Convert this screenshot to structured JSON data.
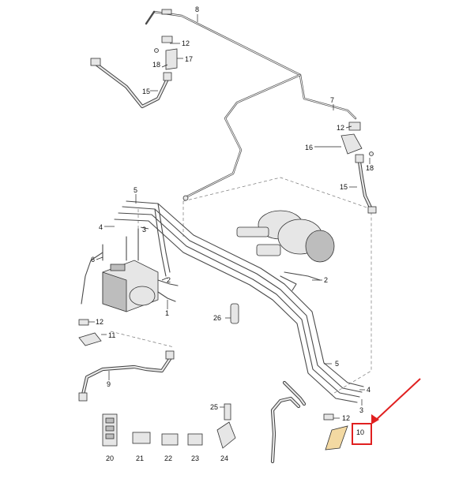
{
  "callouts": {
    "c8": "8",
    "c12a": "12",
    "c17": "17",
    "c18a": "18",
    "c15a": "15",
    "c7": "7",
    "c12b": "12",
    "c16": "16",
    "c18b": "18",
    "c15b": "15",
    "c5a": "5",
    "c4": "4",
    "c3a": "3",
    "c6": "6",
    "c2a": "2",
    "c1": "1",
    "c2b": "2",
    "c12c": "12",
    "c11": "11",
    "c26": "26",
    "c9": "9",
    "c5b": "5",
    "c4b": "4",
    "c3b": "3",
    "c12d": "12",
    "c10": "10",
    "c25": "25",
    "c20": "20",
    "c21": "21",
    "c22": "22",
    "c23": "23",
    "c24": "24"
  },
  "colors": {
    "highlight": "#e02020",
    "line": "#4a4a4a"
  }
}
